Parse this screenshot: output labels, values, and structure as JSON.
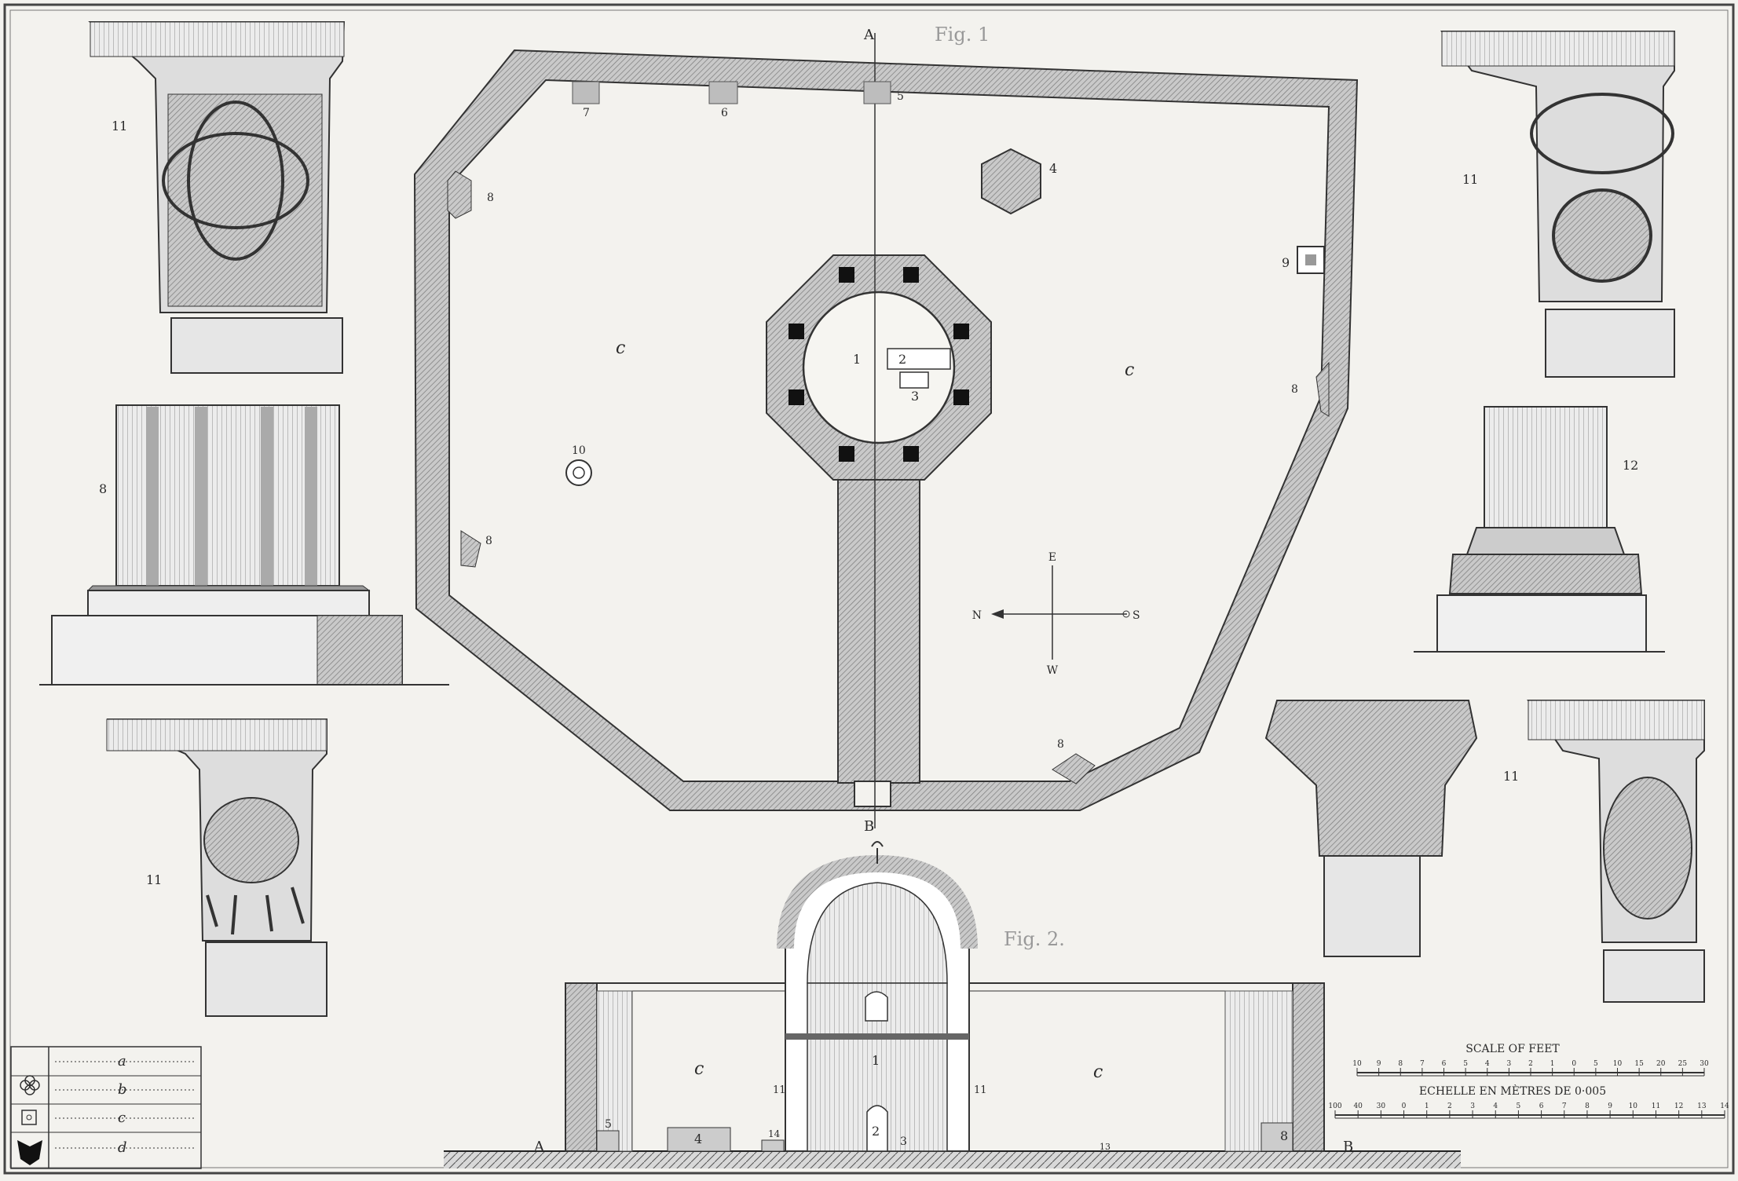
{
  "figures": {
    "fig1_caption": "Fig. 1",
    "fig2_caption": "Fig. 2."
  },
  "section_markers": {
    "a": "A",
    "b": "B"
  },
  "compass": {
    "north": "N",
    "south": "S",
    "east": "E",
    "west": "W"
  },
  "plan_labels": {
    "n1": "1",
    "n2": "2",
    "n3": "3",
    "n4": "4",
    "n5": "5",
    "n6": "6",
    "n7": "7",
    "n8": "8",
    "n9": "9",
    "n10": "10",
    "court": "c"
  },
  "section_labels": {
    "n1": "1",
    "n2": "2",
    "n3": "3",
    "n4": "4",
    "n5": "5",
    "n8": "8",
    "n11": "11",
    "n13": "13",
    "n14": "14",
    "court": "c"
  },
  "detail_labels": {
    "capital_top_left": "11",
    "base_left": "8",
    "capital_griffin": "11",
    "capital_top_right": "11",
    "column_right": "12",
    "capital_pair_right": "11"
  },
  "legend": {
    "rows": [
      {
        "letter": "a",
        "icon": "quatrefoil-icon"
      },
      {
        "letter": "b",
        "icon": ""
      },
      {
        "letter": "c",
        "icon": "square-pier-icon"
      },
      {
        "letter": "d",
        "icon": "solid-pier-icon"
      }
    ]
  },
  "scale": {
    "feet_title": "SCALE OF FEET",
    "feet_ticks": [
      "10",
      "9",
      "8",
      "7",
      "6",
      "5",
      "4",
      "3",
      "2",
      "1",
      "0",
      "5",
      "10",
      "15",
      "20",
      "25",
      "30"
    ],
    "metres_title": "ECHELLE EN MÈTRES DE 0·005",
    "metres_ticks": [
      "100",
      "40",
      "30",
      "0",
      "1",
      "2",
      "3",
      "4",
      "5",
      "6",
      "7",
      "8",
      "9",
      "10",
      "11",
      "12",
      "13",
      "14"
    ]
  },
  "colors": {
    "paper": "#f3f2ee",
    "ink": "#2a2a2a",
    "wall": "#b8b8b8"
  }
}
